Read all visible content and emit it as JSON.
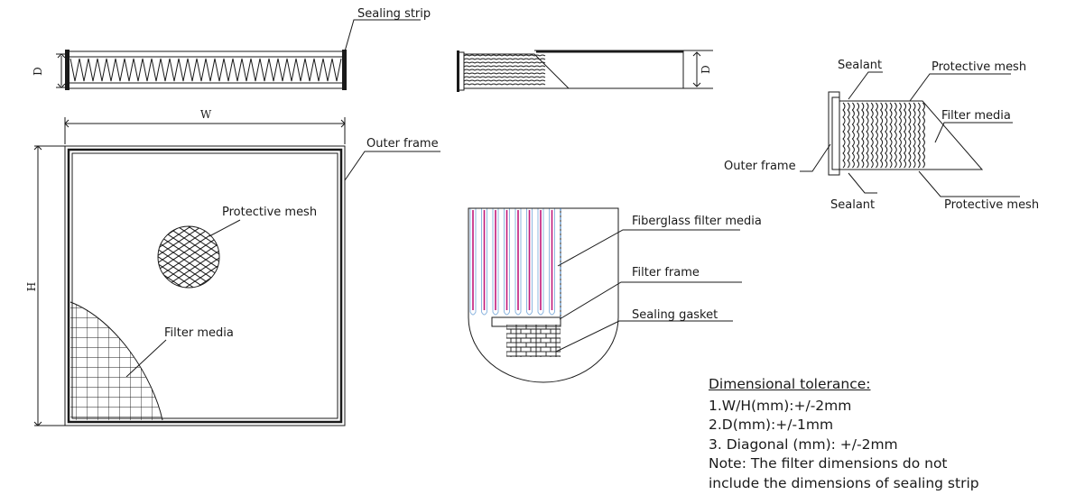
{
  "labels": {
    "sealing_strip": "Sealing strip",
    "outer_frame_main": "Outer frame",
    "protective_mesh_main": "Protective mesh",
    "filter_media_main": "Filter media",
    "sealant_top": "Sealant",
    "protective_mesh_top": "Protective mesh",
    "filter_media_detail": "Filter media",
    "outer_frame_detail": "Outer frame",
    "sealant_bottom": "Sealant",
    "protective_mesh_bottom": "Protective mesh",
    "fiberglass_filter_media": "Fiberglass filter media",
    "filter_frame": "Filter frame",
    "sealing_gasket": "Sealing gasket"
  },
  "dimensions": {
    "width": "W",
    "height": "H",
    "depth_top": "D",
    "depth_side": "D"
  },
  "tolerance": {
    "title": "Dimensional tolerance:",
    "lines": [
      "1.W/H(mm):+/-2mm",
      "2.D(mm):+/-1mm",
      "3. Diagonal (mm): +/-2mm",
      "Note: The filter dimensions do not",
      "include the dimensions of sealing strip"
    ]
  }
}
